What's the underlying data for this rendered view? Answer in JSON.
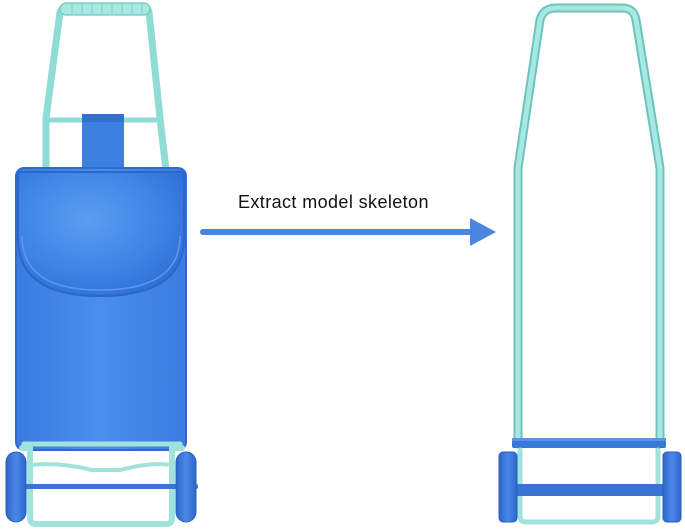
{
  "arrow": {
    "label": "Extract model skeleton"
  },
  "illustrations": {
    "left": "shopping-trolley-with-bag",
    "right": "trolley-frame-skeleton"
  },
  "colors": {
    "frame": "#9fe3dc",
    "frame_edge": "#5fb9b3",
    "bag": "#3f83e4",
    "bag_dark": "#2f6fd2",
    "bag_light": "#4b90ec",
    "wheel": "#3a78d8",
    "arrow": "#4a85e4"
  }
}
